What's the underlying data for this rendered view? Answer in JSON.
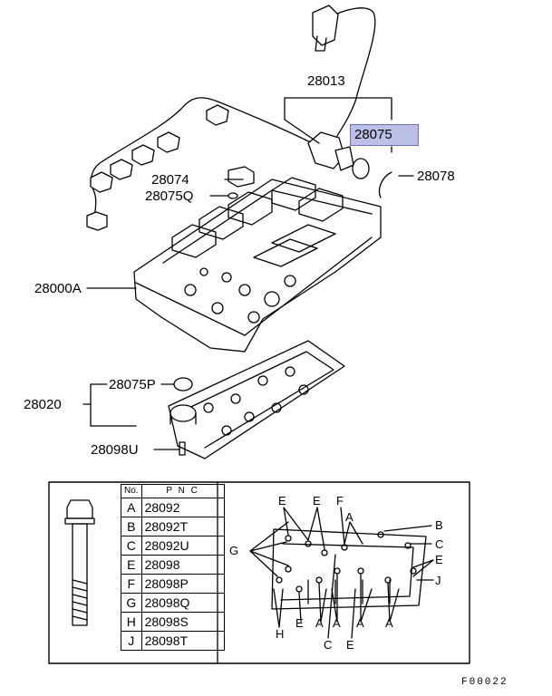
{
  "callouts": {
    "p28013": "28013",
    "p28075": "28075",
    "p28078": "28078",
    "p28074": "28074",
    "p28075Q": "28075Q",
    "p28000A": "28000A",
    "p28075P": "28075P",
    "p28020": "28020",
    "p28098U": "28098U"
  },
  "legend": {
    "header": {
      "no": "No.",
      "pnc": "P N C"
    },
    "rows": [
      {
        "key": "A",
        "code": "28092"
      },
      {
        "key": "B",
        "code": "28092T"
      },
      {
        "key": "C",
        "code": "28092U"
      },
      {
        "key": "E",
        "code": "28098"
      },
      {
        "key": "F",
        "code": "28098P"
      },
      {
        "key": "G",
        "code": "28098Q"
      },
      {
        "key": "H",
        "code": "28098S"
      },
      {
        "key": "J",
        "code": "28098T"
      }
    ]
  },
  "bolt_map": {
    "e1": "E",
    "e2": "E",
    "f1": "F",
    "a1": "A",
    "b1": "B",
    "c1": "C",
    "e3": "E",
    "j1": "J",
    "g1": "G",
    "e4": "E",
    "a2": "A",
    "a3": "A",
    "a4": "A",
    "a5": "A",
    "h1": "H",
    "c2": "C",
    "e5": "E"
  },
  "figure_ref": "F00022",
  "colors": {
    "highlight": "#bcc0e8",
    "line": "#000000"
  }
}
